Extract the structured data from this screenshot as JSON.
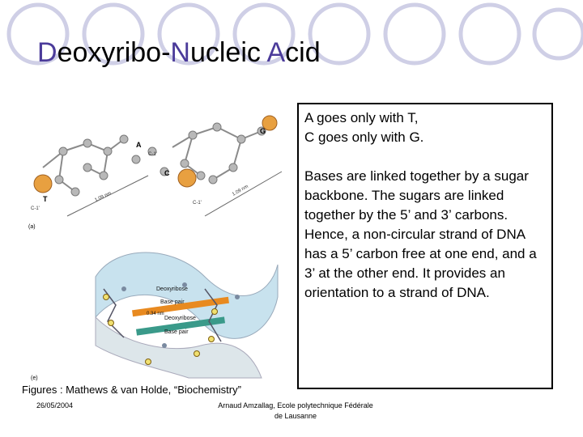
{
  "slide": {
    "title_parts": [
      "D",
      "eoxyribo-",
      "N",
      "ucleic ",
      "A",
      "cid"
    ],
    "accent_color": "#4b3b9a",
    "circle_color": "#cfcfe6",
    "pairing_rules": [
      "A goes only with T,",
      "C goes only with G."
    ],
    "description": "Bases are linked together by a sugar backbone. The sugars are linked together by the 5’ and 3’ carbons. Hence, a non-circular strand of DNA has a 5’ carbon free at one end, and a 3’ at the other end. It provides an orientation to a strand of DNA.",
    "figure_caption": "Figures : Mathews & van Holde, “Biochemistry”",
    "date": "26/05/2004",
    "author_line1": "Arnaud Amzallag, Ecole polytechnique Fédérale",
    "author_line2": "de Lausanne"
  },
  "figure": {
    "panel_a": {
      "panel_label": "(a)",
      "base_labels": [
        "G",
        "A",
        "C",
        "T"
      ],
      "atom_labels": [
        "C-1'",
        "C-1'",
        "C-1'"
      ],
      "distances": [
        "1.09 nm",
        "1.09 nm"
      ]
    },
    "panel_b": {
      "panel_label": "(e)",
      "labels": [
        "Deoxyribose",
        "Base pair",
        "Deoxyribose",
        "Base pair",
        "0.34 nm"
      ]
    }
  }
}
